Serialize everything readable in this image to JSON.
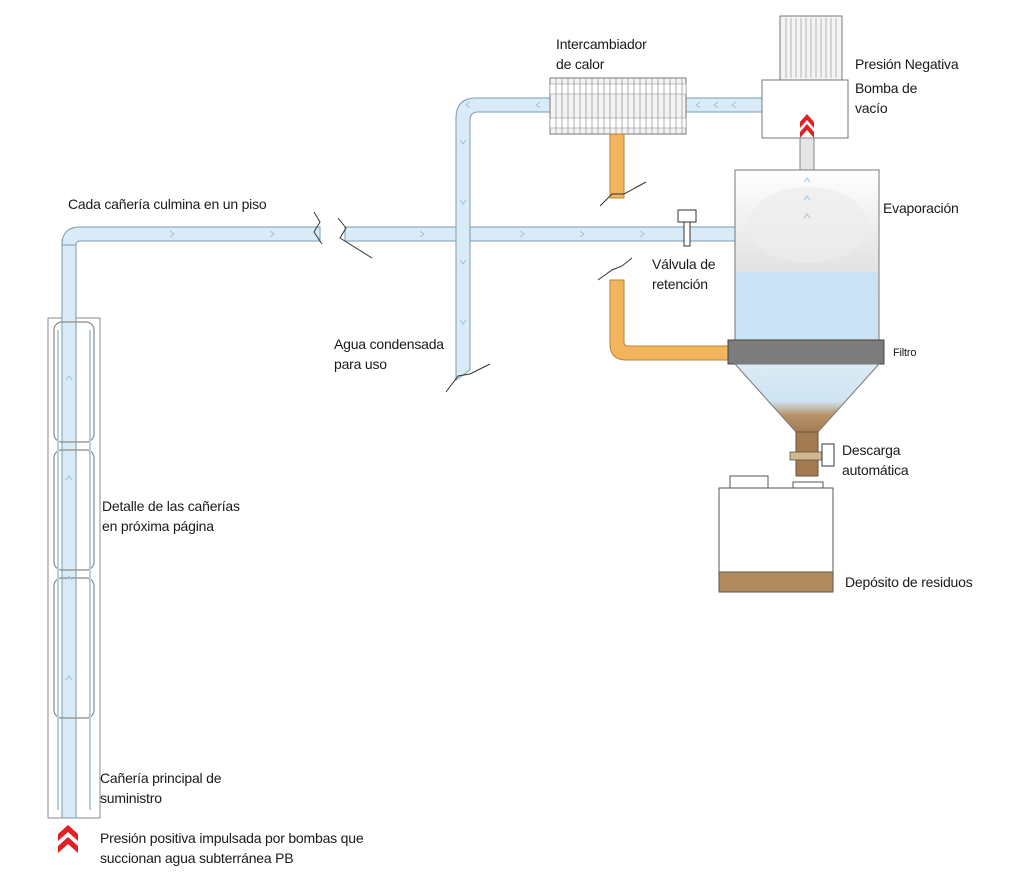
{
  "labels": {
    "heat_exchanger": [
      "Intercambiador",
      "de calor"
    ],
    "negative_pressure": "Presión Negativa",
    "vacuum_pump": [
      "Bomba de",
      "vacío"
    ],
    "evaporation": "Evaporación",
    "floor_pipe": "Cada cañería culmina en un piso",
    "check_valve": [
      "Válvula de",
      "retención"
    ],
    "condensed_water": [
      "Agua condensada",
      "para uso"
    ],
    "filter": "Filtro",
    "auto_discharge": [
      "Descarga",
      "automática"
    ],
    "pipe_detail": [
      "Detalle de las cañerías",
      "en próxima página"
    ],
    "waste_tank": "Depósito de residuos",
    "main_pipe": [
      "Cañería principal de",
      "suministro"
    ],
    "positive_pressure": [
      "Presión positiva impulsada por bombas que",
      "succionan agua subterránea  PB"
    ]
  },
  "colors": {
    "water_pipe": "#d9ebf7",
    "pipe_stroke": "#7a9bb0",
    "orange_pipe": "#f2b55e",
    "water": "#c9e3f4",
    "sediment": "#b08a5c",
    "filter": "#7c7c7c",
    "arrow_red": "#e31e24"
  }
}
